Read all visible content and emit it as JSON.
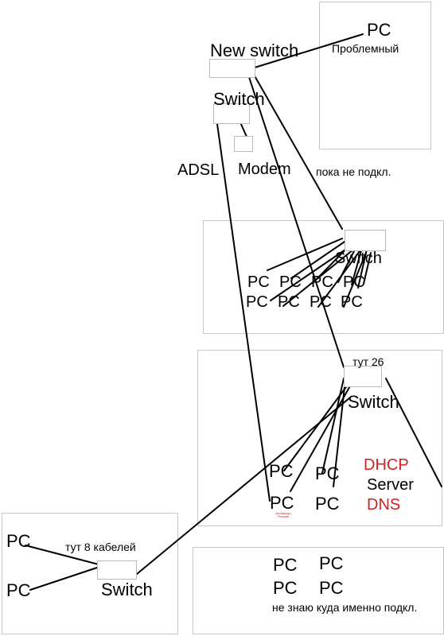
{
  "devices": {
    "new_switch": "New switch",
    "top_switch": "Switch",
    "adsl": "ADSL",
    "modem": "Modem",
    "not_connected": "пока не подкл.",
    "top_pc": "PC",
    "problem_pc": "Проблемный"
  },
  "room_mid": {
    "switch": "Switch",
    "pcs": [
      "PC",
      "PC",
      "PC",
      "PC",
      "PC",
      "PC",
      "PC",
      "PC"
    ]
  },
  "room_26": {
    "note": "тут  26",
    "switch": "Switch",
    "pcs": [
      "PC",
      "PC",
      "PC",
      "PC"
    ],
    "dhcp": "DHCP",
    "server": "Server",
    "dns": "DNS",
    "firewall_text": "Антивирус Firewall",
    "colors": {
      "red": "#d62020"
    }
  },
  "room_left": {
    "note": "тут 8 кабелей",
    "switch": "Switch",
    "pcs": [
      "PC",
      "PC"
    ]
  },
  "room_right": {
    "pcs": [
      "PC",
      "PC",
      "PC",
      "PC"
    ],
    "note": "не знаю куда именно подкл."
  }
}
